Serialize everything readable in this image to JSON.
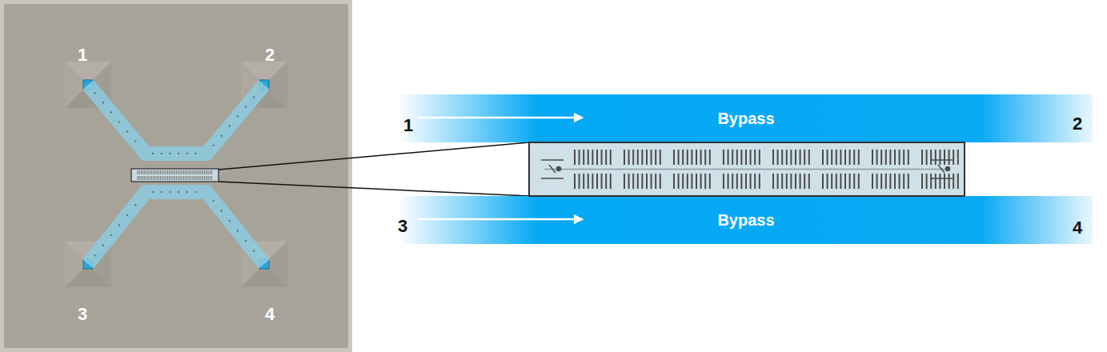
{
  "diagram": {
    "nodes": [
      {
        "text": [
          "Bypass"
        ]
      },
      {
        "text": [
          "Bypass"
        ]
      }
    ],
    "labels": [
      "1",
      "2",
      "3",
      "4",
      "1",
      "2",
      "3",
      "4"
    ]
  }
}
